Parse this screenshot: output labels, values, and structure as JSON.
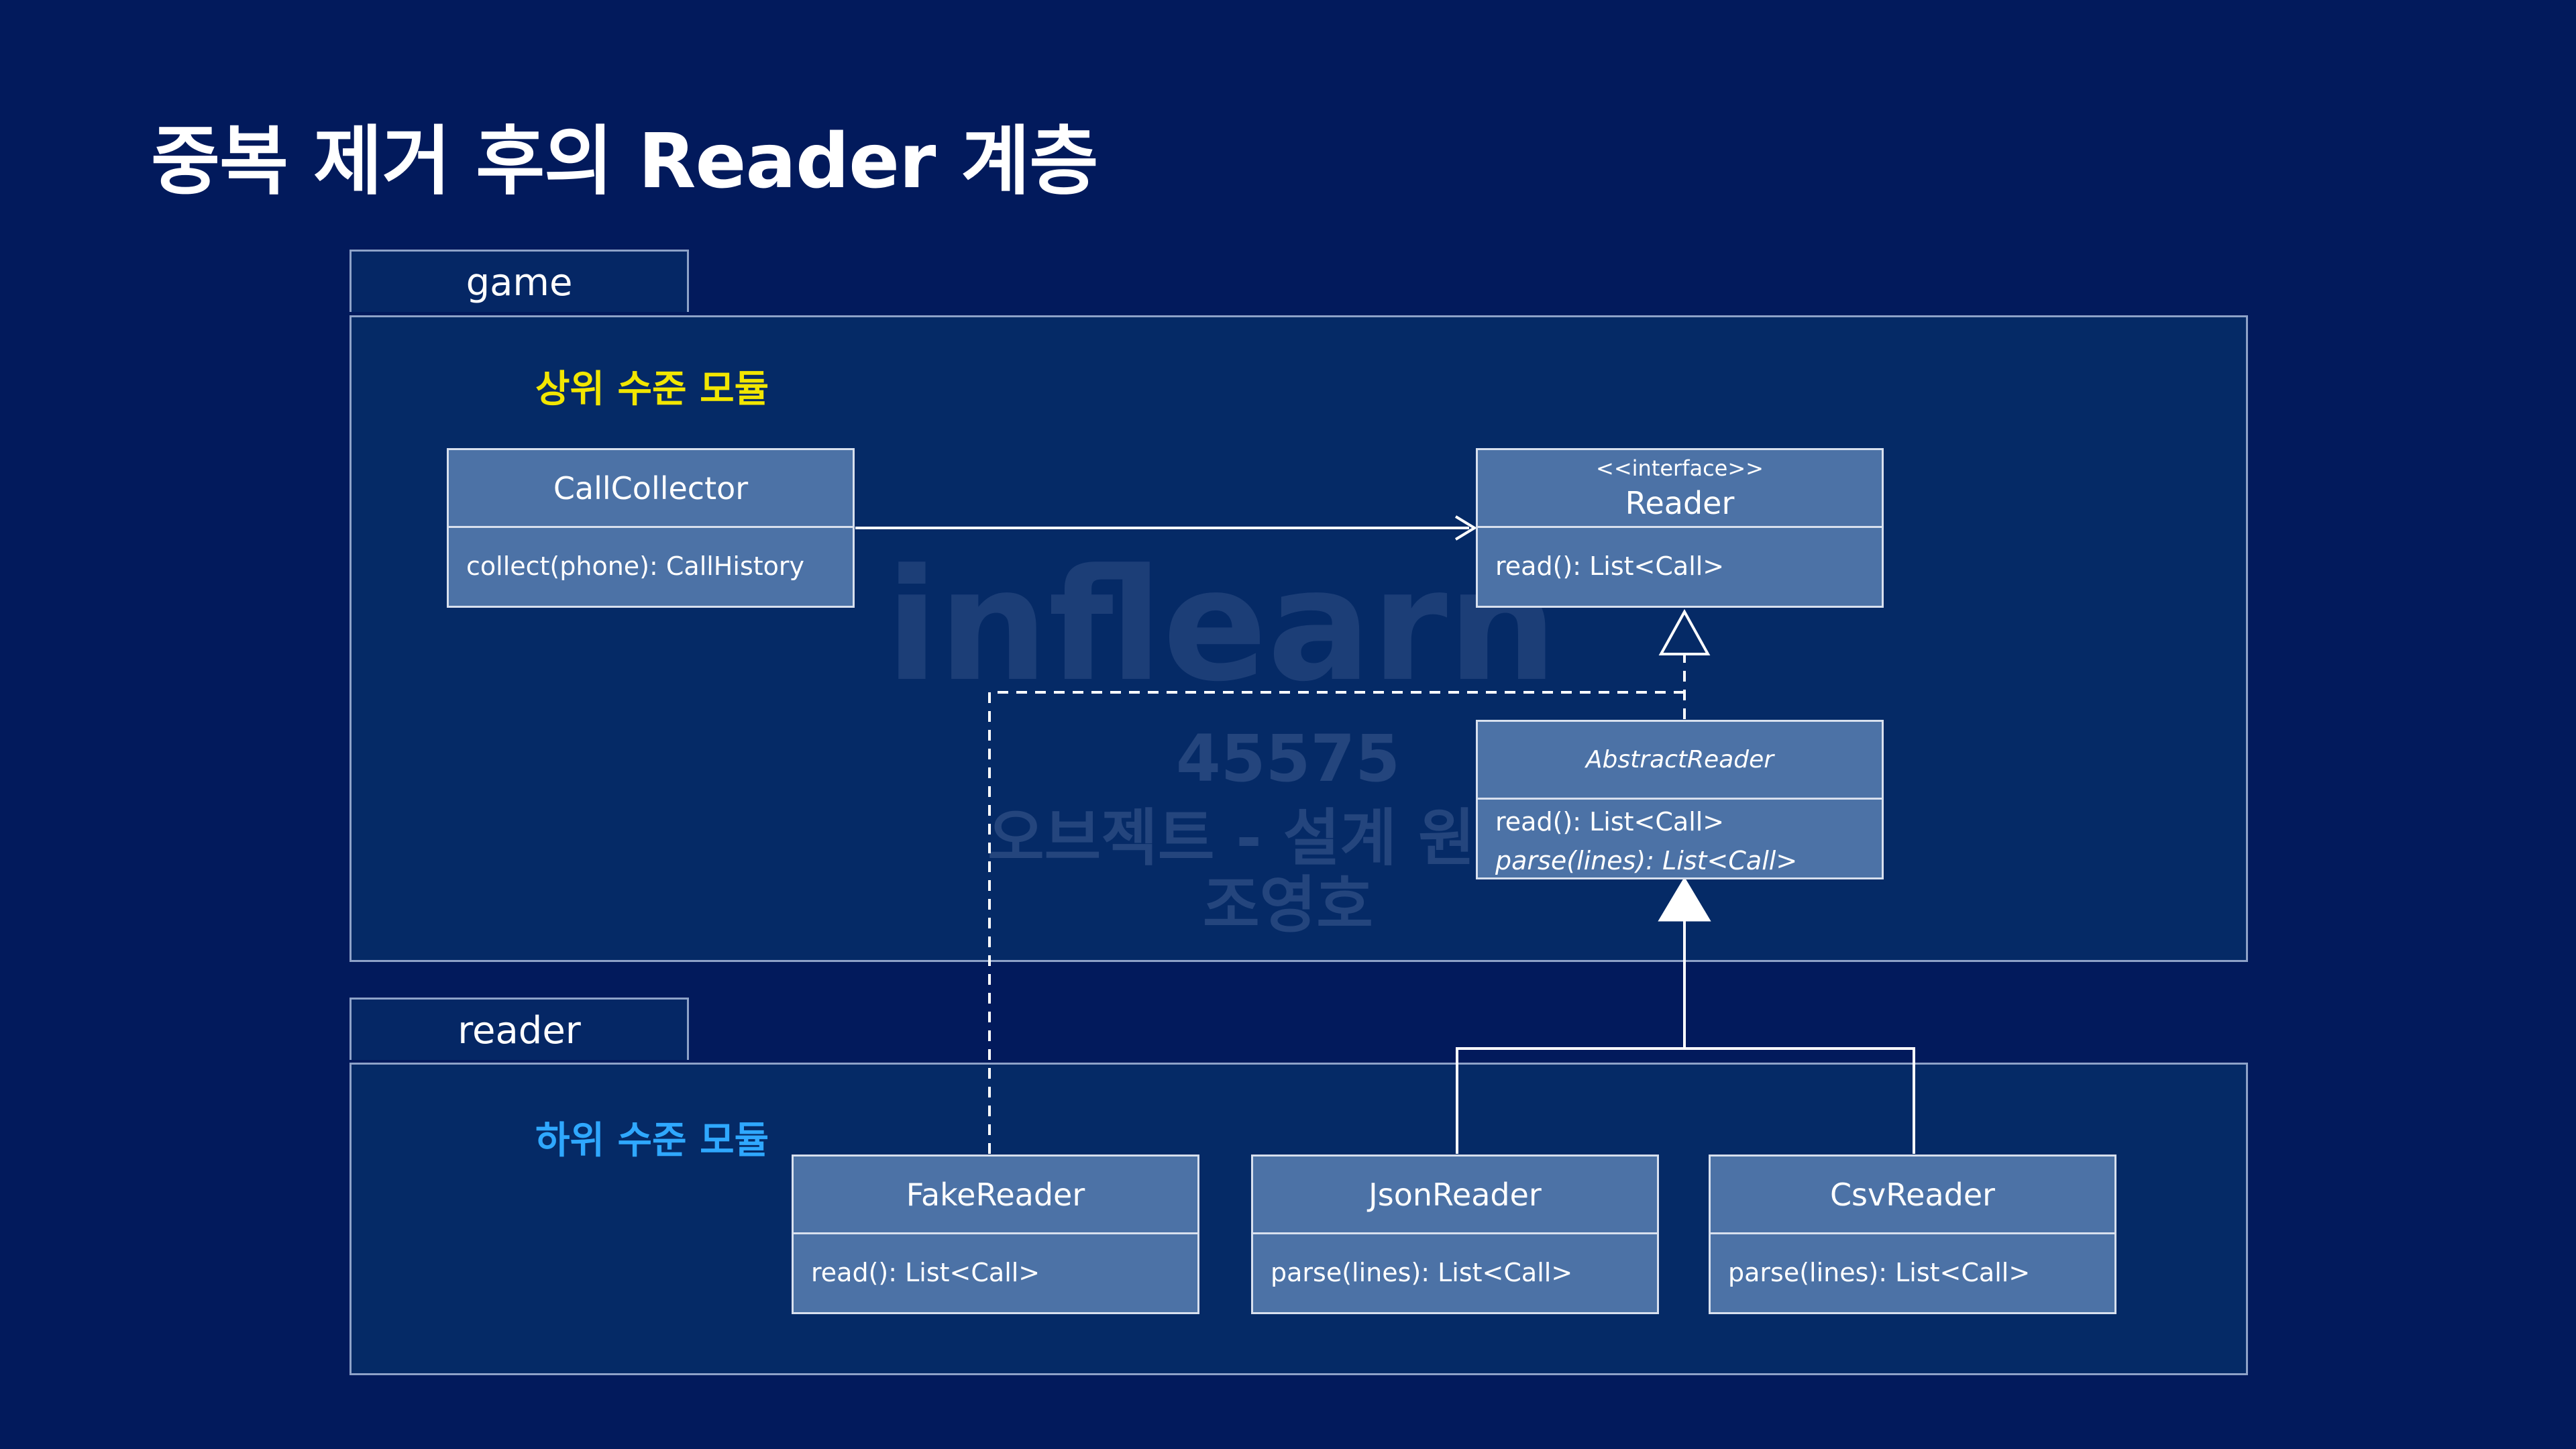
{
  "title": "중복 제거 후의 Reader 계층",
  "packages": {
    "game": {
      "name": "game",
      "module_label": "상위 수준 모듈"
    },
    "reader": {
      "name": "reader",
      "module_label": "하위 수준 모듈"
    }
  },
  "classes": {
    "call_collector": {
      "name": "CallCollector",
      "members": [
        "collect(phone): CallHistory"
      ]
    },
    "reader_interface": {
      "stereotype": "<<interface>>",
      "name": "Reader",
      "members": [
        "read(): List<Call>"
      ]
    },
    "abstract_reader": {
      "name": "AbstractReader",
      "members": [
        "read(): List<Call>",
        "parse(lines): List<Call>"
      ]
    },
    "fake_reader": {
      "name": "FakeReader",
      "members": [
        "read(): List<Call>"
      ]
    },
    "json_reader": {
      "name": "JsonReader",
      "members": [
        "parse(lines): List<Call>"
      ]
    },
    "csv_reader": {
      "name": "CsvReader",
      "members": [
        "parse(lines): List<Call>"
      ]
    }
  },
  "watermark": {
    "logo": "inflearn",
    "id": "45575",
    "course": "오브젝트 - 설계 원칙편",
    "author": "조영호"
  },
  "colors": {
    "background": "#021a5c",
    "package_fill": "#052a66",
    "class_fill": "#4c72a6",
    "high_level_label": "#f2e600",
    "low_level_label": "#2fa8ff"
  }
}
